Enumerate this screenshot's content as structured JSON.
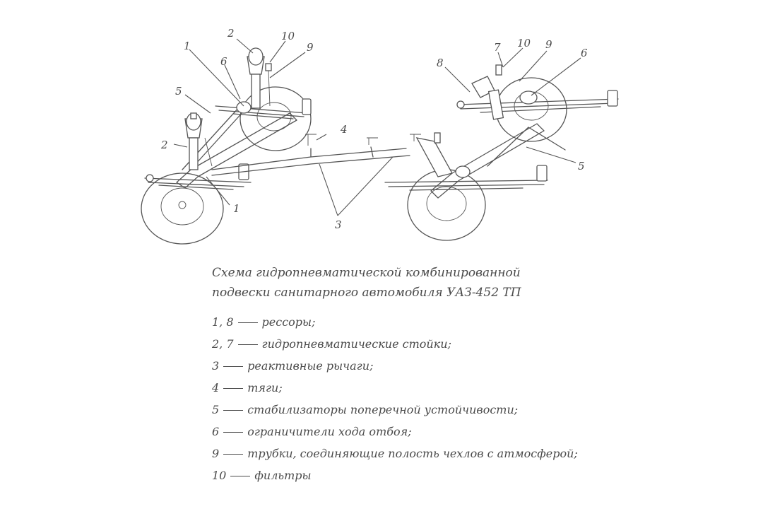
{
  "callouts": [
    {
      "id": "1a",
      "text": "1"
    },
    {
      "id": "1b",
      "text": "1"
    },
    {
      "id": "2a",
      "text": "2"
    },
    {
      "id": "2b",
      "text": "2"
    },
    {
      "id": "3",
      "text": "3"
    },
    {
      "id": "4",
      "text": "4"
    },
    {
      "id": "5a",
      "text": "5"
    },
    {
      "id": "5b",
      "text": "5"
    },
    {
      "id": "6a",
      "text": "6"
    },
    {
      "id": "6b",
      "text": "6"
    },
    {
      "id": "7",
      "text": "7"
    },
    {
      "id": "8",
      "text": "8"
    },
    {
      "id": "9a",
      "text": "9"
    },
    {
      "id": "9b",
      "text": "9"
    },
    {
      "id": "10a",
      "text": "10"
    },
    {
      "id": "10b",
      "text": "10"
    }
  ],
  "caption": {
    "line1": "Схема гидропневматической комбинированной",
    "line2": "подвески санитарного автомобиля УАЗ-452 ТП"
  },
  "legend": [
    {
      "key": "1, 8",
      "text": "рессоры;"
    },
    {
      "key": "2, 7",
      "text": "гидропневматические стойки;"
    },
    {
      "key": "3",
      "text": "реактивные рычаги;"
    },
    {
      "key": "4",
      "text": "тяги;"
    },
    {
      "key": "5",
      "text": "стабилизаторы поперечной устойчивости;"
    },
    {
      "key": "6",
      "text": "ограничители хода отбоя;"
    },
    {
      "key": "9",
      "text": "трубки, соединяющие полость чехлов с атмосферой;"
    },
    {
      "key": "10",
      "text": "фильтры"
    }
  ]
}
